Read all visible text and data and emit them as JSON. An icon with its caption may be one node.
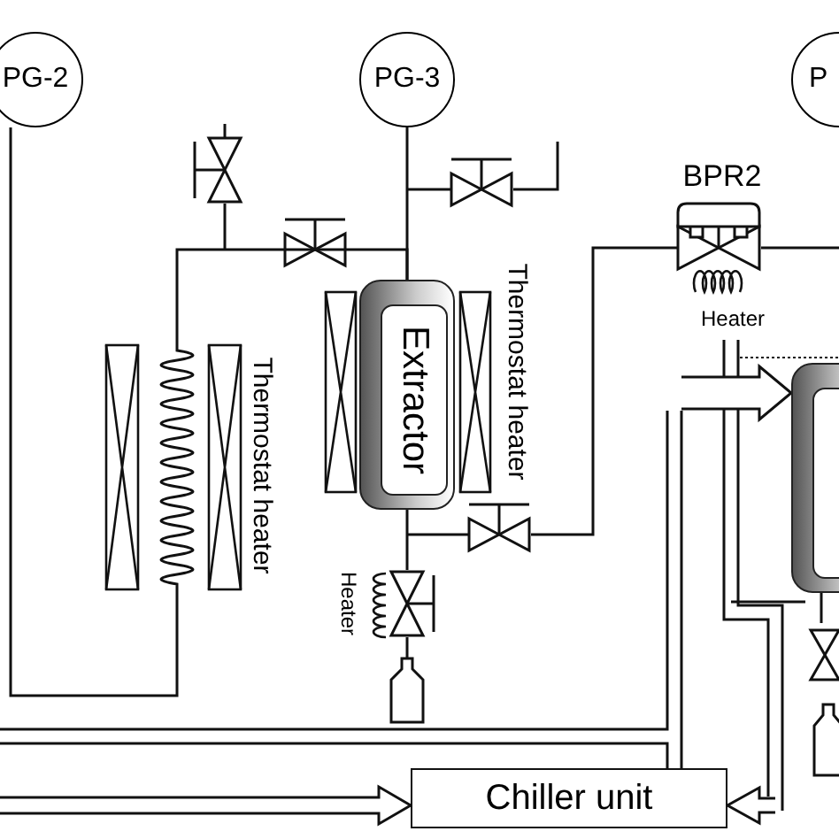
{
  "diagram": {
    "nodes": [
      {
        "text": [
          "PG-2"
        ]
      },
      {
        "text": [
          "PG-3"
        ]
      },
      {
        "text": [
          "P"
        ]
      },
      {
        "text": [
          "Extractor"
        ]
      },
      {
        "text": [],
        "shape": "box"
      },
      {
        "text": [
          "Chiller unit"
        ]
      }
    ],
    "edges": [
      {
        "from": 1,
        "to": 3,
        "arrow": "none"
      },
      {
        "from": null,
        "to": 5,
        "arrow": "to"
      },
      {
        "from": null,
        "to": 5,
        "arrow": "to"
      },
      {
        "from": null,
        "to": 4,
        "arrow": "to"
      },
      {
        "from": 0,
        "to": 3,
        "arrow": "none"
      }
    ],
    "labels": [
      "Thermostat heater",
      "Thermostat heater",
      "BPR2",
      "Heater",
      "Heater"
    ]
  }
}
